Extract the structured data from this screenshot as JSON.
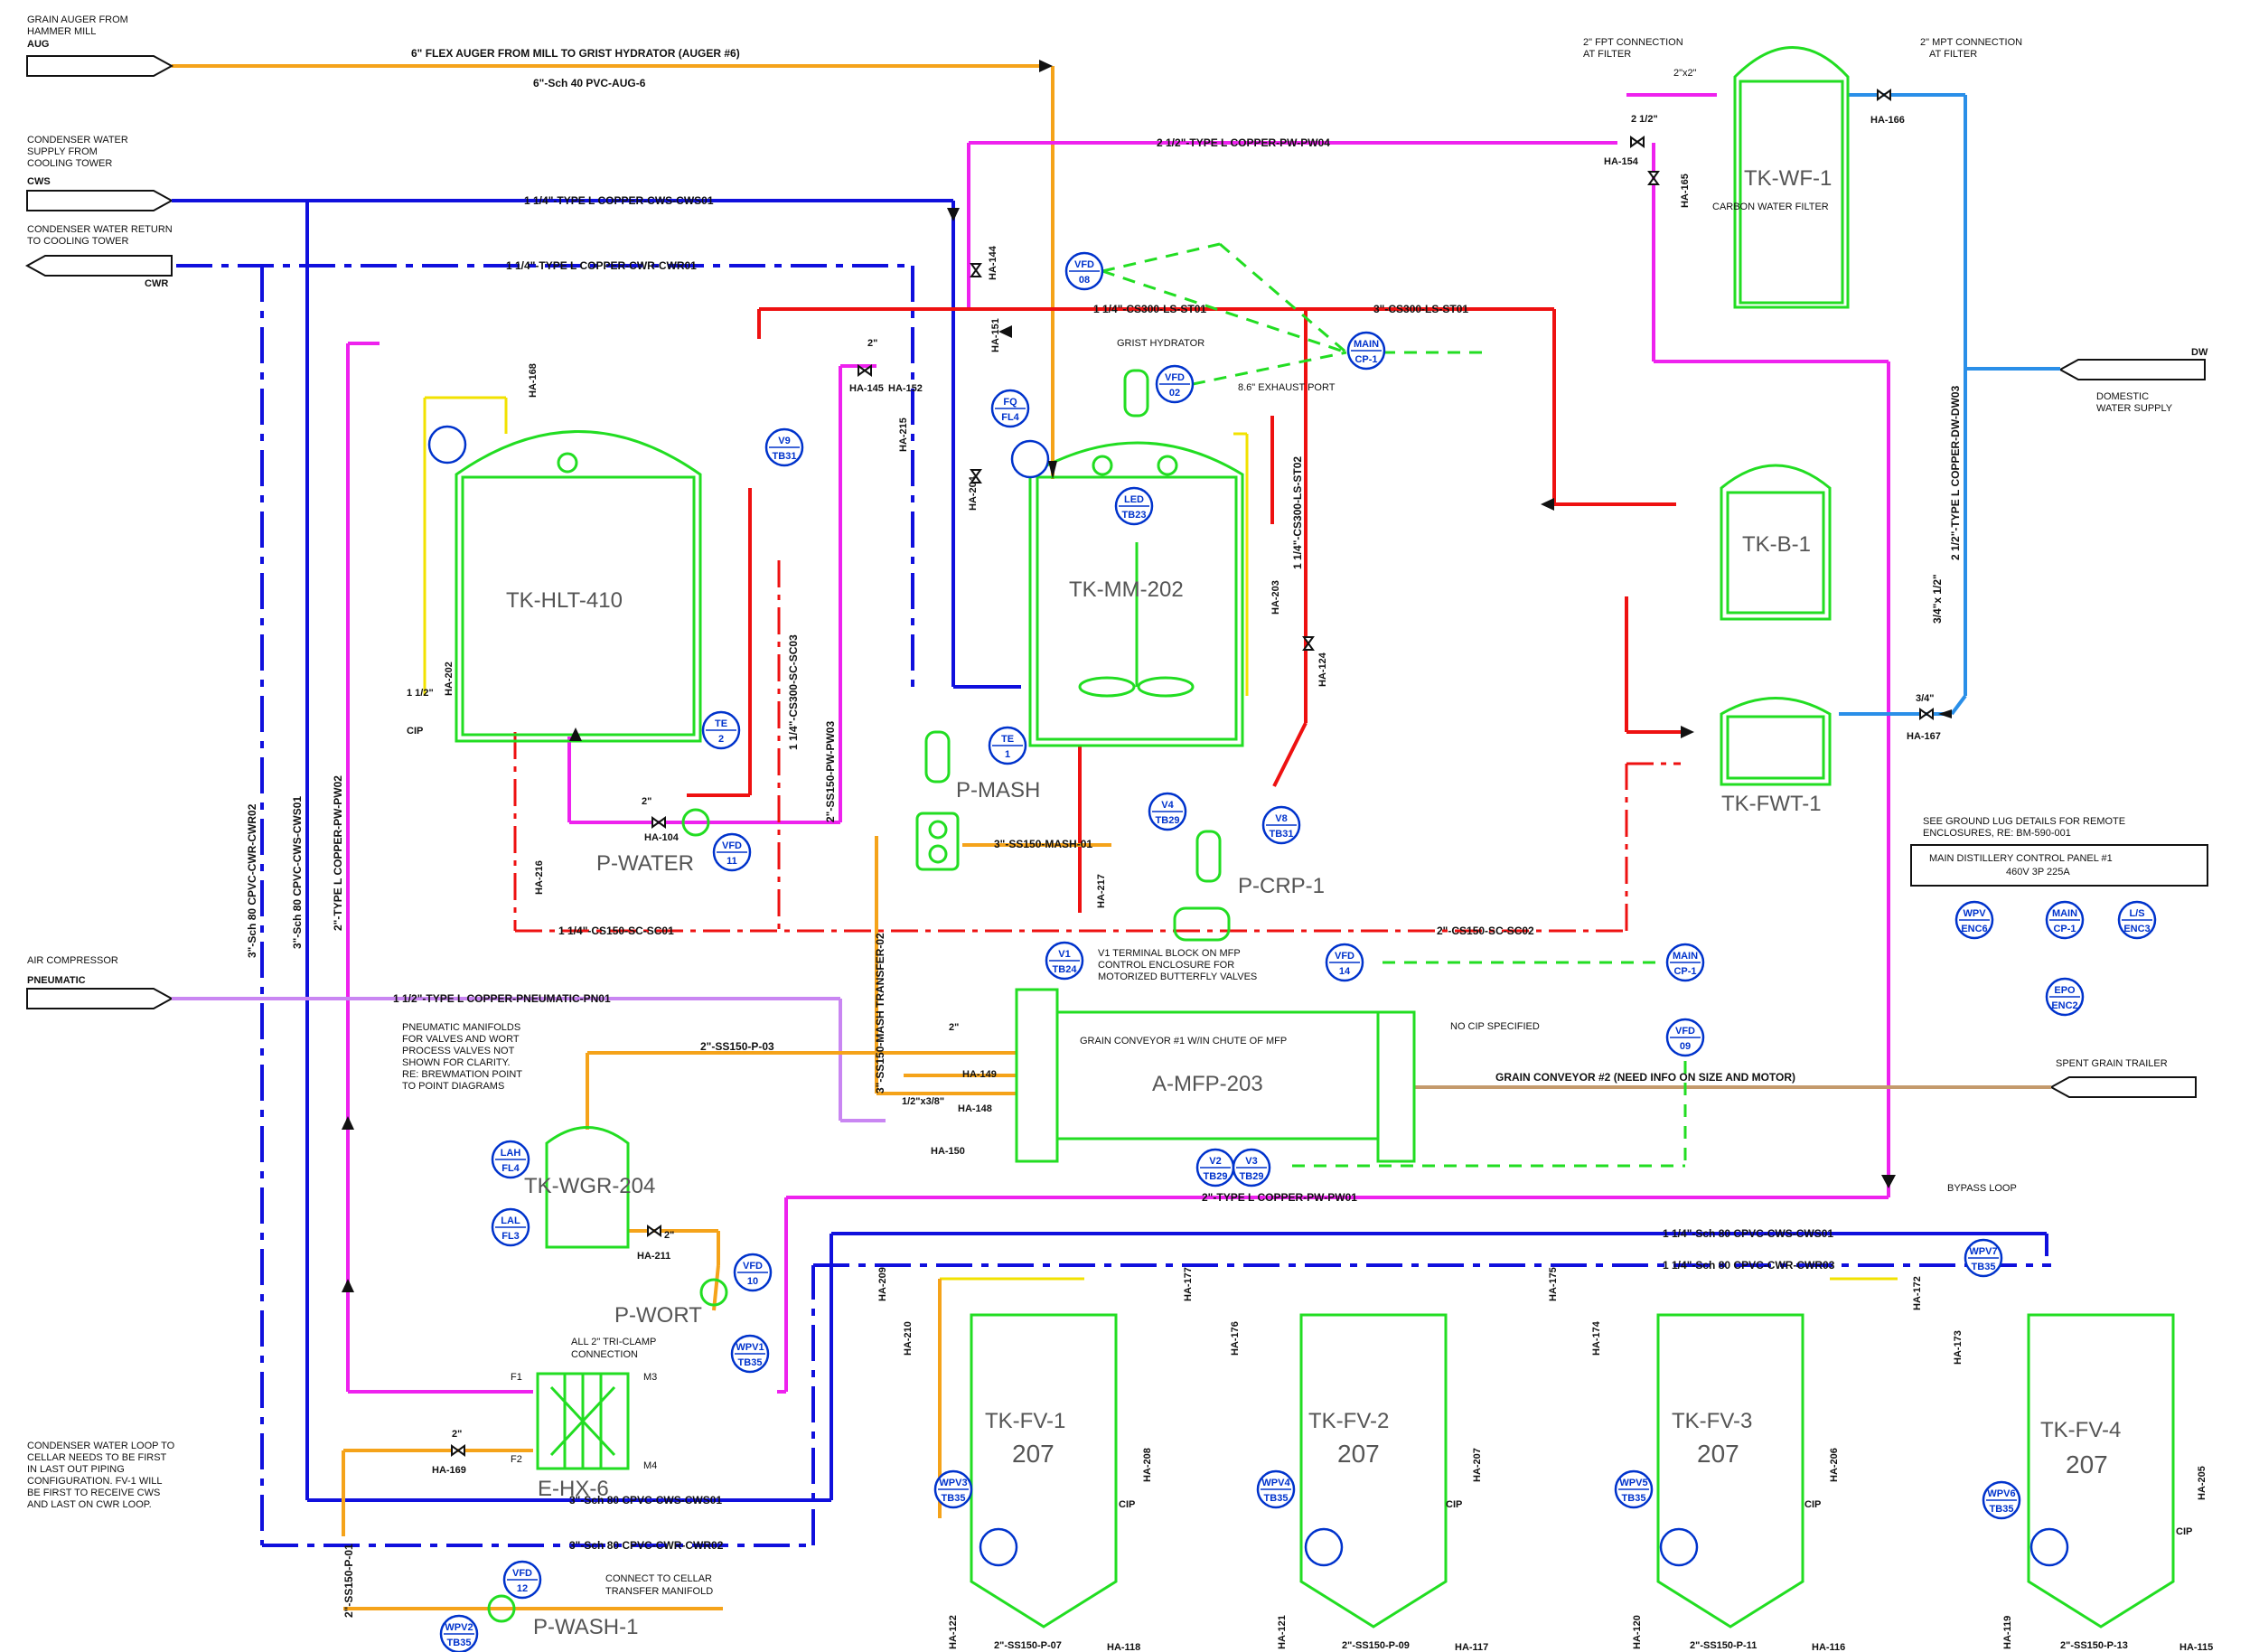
{
  "colors": {
    "orange": "#f5a31a",
    "blue": "#1010dd",
    "magenta": "#ee22ee",
    "red": "#ee1111",
    "green": "#22dd22",
    "yellow": "#f2e200",
    "sky": "#2a8fe8",
    "violet": "#c986f2",
    "tan": "#c49a6c",
    "instrument": "#0033cc"
  },
  "notes": {
    "grain_auger": [
      "GRAIN AUGER FROM",
      "HAMMER MILL",
      "AUG"
    ],
    "cws_supply": [
      "CONDENSER WATER",
      "SUPPLY FROM",
      "COOLING TOWER",
      "CWS"
    ],
    "cwr_return": [
      "CONDENSER WATER RETURN",
      "TO COOLING TOWER",
      "CWR"
    ],
    "air": [
      "AIR COMPRESSOR",
      "PNEUMATIC"
    ],
    "pneumatic_manifold": [
      "PNEUMATIC MANIFOLDS",
      "FOR VALVES AND WORT",
      "PROCESS VALVES NOT",
      "SHOWN FOR CLARITY.",
      "RE: BREWMATION POINT",
      "TO POINT DIAGRAMS"
    ],
    "cellar_loop": [
      "CONDENSER WATER LOOP TO",
      "CELLAR NEEDS TO BE FIRST",
      "IN LAST OUT PIPING",
      "CONFIGURATION. FV-1 WILL",
      "BE FIRST TO RECEIVE CWS",
      "AND LAST ON CWR LOOP."
    ],
    "domestic": [
      "DOMESTIC",
      "WATER SUPPLY",
      "DW"
    ],
    "ground_lug": [
      "SEE GROUND LUG DETAILS FOR REMOTE",
      "ENCLOSURES, RE: BM-590-001"
    ],
    "panel": [
      "MAIN DISTILLERY CONTROL PANEL #1",
      "460V   3P   225A"
    ],
    "fpt": [
      "2\" FPT CONNECTION",
      "AT FILTER"
    ],
    "mpt": [
      "2\" MPT CONNECTION",
      "AT FILTER"
    ],
    "grist": "GRIST HYDRATOR",
    "exhaust": "8.6\" EXHAUST PORT",
    "v1_block": [
      "V1 TERMINAL BLOCK ON MFP",
      "CONTROL ENCLOSURE FOR",
      "MOTORIZED BUTTERFLY VALVES"
    ],
    "no_cip": "NO CIP SPECIFIED",
    "spent_grain": "SPENT GRAIN TRAILER",
    "tri_clamp": [
      "ALL 2\" TRI-CLAMP",
      "CONNECTION"
    ],
    "cellar_transfer": [
      "CONNECT TO CELLAR",
      "TRANSFER MANIFOLD"
    ],
    "bypass": "BYPASS LOOP",
    "carbon": "CARBON WATER FILTER"
  },
  "pipes": {
    "aug_top": "6\" FLEX AUGER FROM MILL TO GRIST HYDRATOR (AUGER #6)",
    "aug_bottom": "6\"-Sch 40 PVC-AUG-6",
    "cws01": "1 1/4\"-TYPE L COPPER-CWS-CWS01",
    "cwr01": "1 1/4\"-TYPE L COPPER-CWR-CWR01",
    "pw04": "2 1/2\"-TYPE L COPPER-PW-PW04",
    "st01a": "1 1/4\"-CS300-LS-ST01",
    "st01b": "3\"-CS300-LS-ST01",
    "st02": "1 1/4\"-CS300-LS-ST02",
    "sc03": "1 1/4\"-CS300-SC-SC03",
    "pw03": "2\"-SS150-PW-PW03",
    "cwr02_v": "3\"-Sch 80 CPVC-CWR-CWR02",
    "cws01_v": "3\"-Sch 80 CPVC-CWS-CWS01",
    "pw02_v": "2\"-TYPE L COPPER-PW-PW02",
    "sc01": "1 1/4\"-CS150-SC-SC01",
    "sc02": "2\"-CS150-SC-SC02",
    "mash01": "3\"-SS150-MASH-01",
    "mash_transfer": "3\"-SS150-MASH TRANSFER-02",
    "pn01": "1 1/2\"-TYPE L COPPER-PNEUMATIC-PN01",
    "p03": "2\"-SS150-P-03",
    "pw01": "2\"-TYPE L COPPER-PW-PW01",
    "cws01_cellar": "1 1/4\"-Sch 80 CPVC-CWS-CWS01",
    "cwr03_cellar": "1 1/4\"-Sch 80 CPVC-CWR-CWR03",
    "cws01_bottom": "3\"-Sch 80 CPVC-CWS-CWS01",
    "cwr02_bottom": "3\"-Sch 80 CPVC-CWR-CWR02",
    "p01": "2\"-SS150-P-01",
    "dw03": "2 1/2\"-TYPE L COPPER-DW-DW03",
    "conveyor2": "GRAIN CONVEYOR #2 (NEED INFO ON SIZE AND MOTOR)",
    "p07": "2\"-SS150-P-07",
    "p09": "2\"-SS150-P-09",
    "p11": "2\"-SS150-P-11",
    "p13": "2\"-SS150-P-13"
  },
  "tanks": {
    "hlt": "TK-HLT-410",
    "mm": "TK-MM-202",
    "wf": "TK-WF-1",
    "b": "TK-B-1",
    "fwt": "TK-FWT-1",
    "wgr": "TK-WGR-204",
    "mfp": "A-MFP-203",
    "mfp_note": "GRAIN CONVEYOR #1 W/IN CHUTE OF MFP",
    "hx": "E-HX-6",
    "fv": [
      {
        "name": "TK-FV-1",
        "num": "207"
      },
      {
        "name": "TK-FV-2",
        "num": "207"
      },
      {
        "name": "TK-FV-3",
        "num": "207"
      },
      {
        "name": "TK-FV-4",
        "num": "207"
      }
    ]
  },
  "pumps": {
    "water": "P-WATER",
    "mash": "P-MASH",
    "crp": "P-CRP-1",
    "wort": "P-WORT",
    "wash": "P-WASH-1"
  },
  "tags": [
    {
      "id": "vfd08",
      "l1": "VFD",
      "l2": "08"
    },
    {
      "id": "main-cp1a",
      "l1": "MAIN",
      "l2": "CP-1"
    },
    {
      "id": "vfd02",
      "l1": "VFD",
      "l2": "02"
    },
    {
      "id": "fq-fl4",
      "l1": "FQ",
      "l2": "FL4"
    },
    {
      "id": "v9",
      "l1": "V9",
      "l2": "TB31"
    },
    {
      "id": "led",
      "l1": "LED",
      "l2": "TB23"
    },
    {
      "id": "te2",
      "l1": "TE",
      "l2": "2"
    },
    {
      "id": "te1",
      "l1": "TE",
      "l2": "1"
    },
    {
      "id": "v4",
      "l1": "V4",
      "l2": "TB29"
    },
    {
      "id": "v8",
      "l1": "V8",
      "l2": "TB31"
    },
    {
      "id": "vfd11",
      "l1": "VFD",
      "l2": "11"
    },
    {
      "id": "v1",
      "l1": "V1",
      "l2": "TB24"
    },
    {
      "id": "vfd14",
      "l1": "VFD",
      "l2": "14"
    },
    {
      "id": "main-cp1b",
      "l1": "MAIN",
      "l2": "CP-1"
    },
    {
      "id": "vfd09",
      "l1": "VFD",
      "l2": "09"
    },
    {
      "id": "v2",
      "l1": "V2",
      "l2": "TB29"
    },
    {
      "id": "v3",
      "l1": "V3",
      "l2": "TB29"
    },
    {
      "id": "lah",
      "l1": "LAH",
      "l2": "FL4"
    },
    {
      "id": "lal",
      "l1": "LAL",
      "l2": "FL3"
    },
    {
      "id": "vfd10",
      "l1": "VFD",
      "l2": "10"
    },
    {
      "id": "wpv1",
      "l1": "WPV1",
      "l2": "TB35"
    },
    {
      "id": "vfd12",
      "l1": "VFD",
      "l2": "12"
    },
    {
      "id": "wpv2",
      "l1": "WPV2",
      "l2": "TB35"
    },
    {
      "id": "wpv3",
      "l1": "WPV3",
      "l2": "TB35"
    },
    {
      "id": "wpv4",
      "l1": "WPV4",
      "l2": "TB35"
    },
    {
      "id": "wpv5",
      "l1": "WPV5",
      "l2": "TB35"
    },
    {
      "id": "wpv6",
      "l1": "WPV6",
      "l2": "TB35"
    },
    {
      "id": "wpv7",
      "l1": "WPV7",
      "l2": "TB35"
    },
    {
      "id": "wpv-enc6",
      "l1": "WPV",
      "l2": "ENC6"
    },
    {
      "id": "main-cp1c",
      "l1": "MAIN",
      "l2": "CP-1"
    },
    {
      "id": "ls-enc3",
      "l1": "L/S",
      "l2": "ENC3"
    },
    {
      "id": "epo",
      "l1": "EPO",
      "l2": "ENC2"
    }
  ],
  "valves": {
    "ha104": "HA-104",
    "ha145": "HA-145",
    "ha152": "HA-152",
    "ha215": "HA-215",
    "ha204": "HA-204",
    "ha144": "HA-144",
    "ha151": "HA-151",
    "ha168": "HA-168",
    "ha202": "HA-202",
    "ha216": "HA-216",
    "ha217": "HA-217",
    "ha203": "HA-203",
    "ha124": "HA-124",
    "ha154": "HA-154",
    "ha165": "HA-165",
    "ha166": "HA-166",
    "ha167": "HA-167",
    "ha149": "HA-149",
    "ha148": "HA-148",
    "ha150": "HA-150",
    "ha211": "HA-211",
    "ha169": "HA-169",
    "ha209": "HA-209",
    "ha210": "HA-210",
    "ha177": "HA-177",
    "ha176": "HA-176",
    "ha175": "HA-175",
    "ha174": "HA-174",
    "ha172": "HA-172",
    "ha173": "HA-173",
    "ha208": "HA-208",
    "ha207": "HA-207",
    "ha206": "HA-206",
    "ha205": "HA-205",
    "ha122": "HA-122",
    "ha121": "HA-121",
    "ha120": "HA-120",
    "ha119": "HA-119",
    "ha118": "HA-118",
    "ha117": "HA-117",
    "ha116": "HA-116",
    "ha115": "HA-115"
  },
  "sizes": {
    "s2": "2\"",
    "s112": "1 1/2\"",
    "s114": "1 1/4\"",
    "s212": "2 1/2\"",
    "s34": "3/4\"",
    "s2x2": "2\"x2\"",
    "s34x112": "3/4\"x 1/2\"",
    "s12x38": "1/2\"x3/8\"",
    "cip": "CIP"
  },
  "ports": {
    "f1": "F1",
    "f2": "F2",
    "m3": "M3",
    "m4": "M4"
  }
}
